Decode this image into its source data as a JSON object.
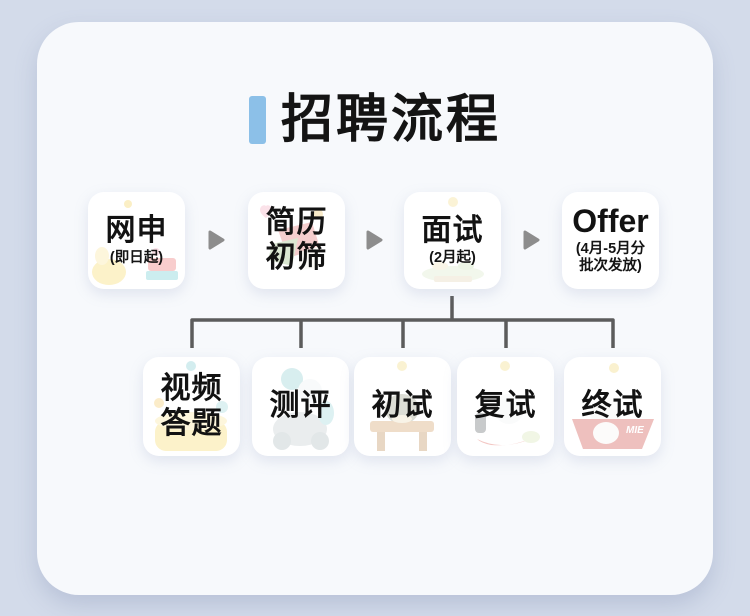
{
  "colors": {
    "page_bg": "#d3dbea",
    "card_bg": "#f7f9fc",
    "box_bg": "#ffffff",
    "title_accent": "#8cc0e8",
    "text": "#141414",
    "arrow": "#8d8d8d",
    "connector_line": "#5c5c5c"
  },
  "title": {
    "text": "招聘流程"
  },
  "flow": {
    "main_steps": [
      {
        "lines": [
          "网申"
        ],
        "sub_lines": [
          "(即日起)"
        ]
      },
      {
        "lines": [
          "简历",
          "初筛"
        ],
        "sub_lines": []
      },
      {
        "lines": [
          "面试"
        ],
        "sub_lines": [
          "(2月起)"
        ]
      },
      {
        "lines": [
          "Offer"
        ],
        "sub_lines": [
          "(4月-5月分",
          "批次发放)"
        ]
      }
    ],
    "interview_sub_steps": [
      {
        "lines": [
          "视频",
          "答题"
        ]
      },
      {
        "lines": [
          "测评"
        ]
      },
      {
        "lines": [
          "初试"
        ]
      },
      {
        "lines": [
          "复试"
        ]
      },
      {
        "lines": [
          "终试"
        ]
      }
    ],
    "boat_label": "MIE"
  }
}
